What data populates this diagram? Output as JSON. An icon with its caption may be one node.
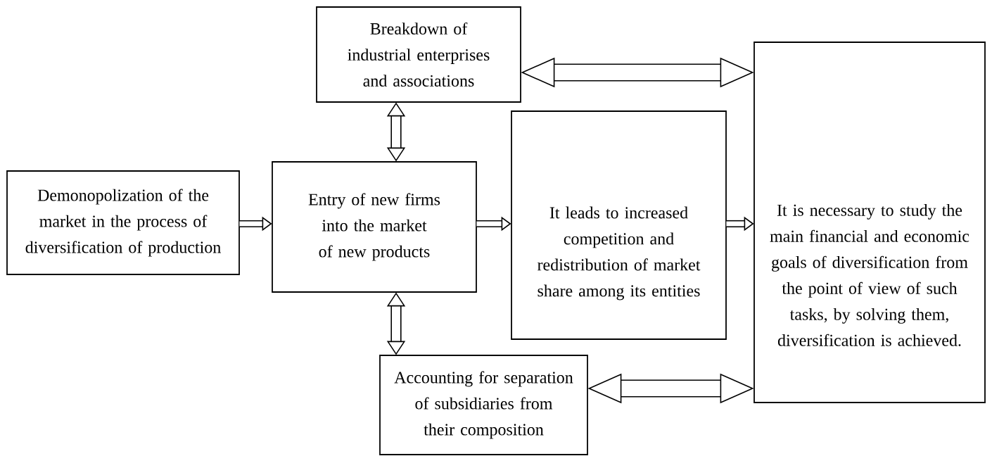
{
  "diagram": {
    "nodes": [
      {
        "text": [
          "Breakdown of industrial enterprises and associations"
        ]
      },
      {
        "text": [
          "Demonopolization of the market in the process of diversification of production"
        ]
      },
      {
        "text": [
          "Entry of new firms into the market of new products"
        ]
      },
      {
        "text": [
          "It leads to increased competition and redistribution of market share among its entities"
        ]
      },
      {
        "text": [
          "It is necessary to study the main financial and economic goals of diversification from the point of view of such tasks, by solving them, diversification is achieved."
        ]
      },
      {
        "text": [
          "Accounting for separation of subsidiaries from their composition"
        ]
      }
    ],
    "edges": [
      {
        "from": 0,
        "to": 2,
        "arrow": "both"
      },
      {
        "from": 1,
        "to": 2,
        "arrow": "to"
      },
      {
        "from": 2,
        "to": 3,
        "arrow": "to"
      },
      {
        "from": 3,
        "to": 4,
        "arrow": "to"
      },
      {
        "from": 0,
        "to": 4,
        "arrow": "both"
      },
      {
        "from": 2,
        "to": 5,
        "arrow": "both"
      },
      {
        "from": 5,
        "to": 4,
        "arrow": "both"
      }
    ]
  }
}
